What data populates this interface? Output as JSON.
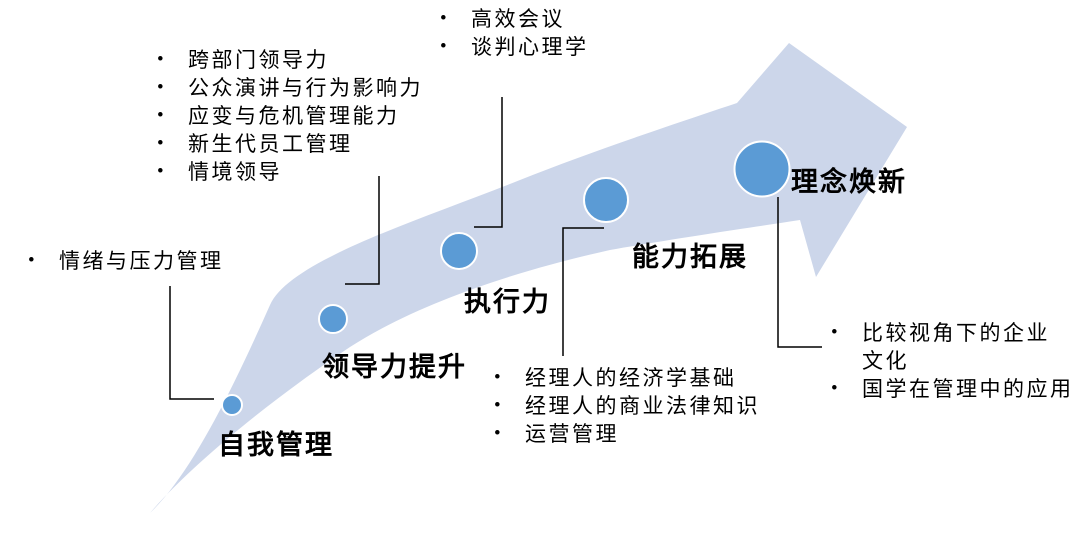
{
  "diagram": {
    "type": "growth-arrow-roadmap",
    "stages": [
      {
        "id": "self-management",
        "label": "自我管理",
        "topics": [
          "情绪与压力管理"
        ]
      },
      {
        "id": "leadership-improvement",
        "label": "领导力提升",
        "topics": [
          "跨部门领导力",
          "公众演讲与行为影响力",
          "应变与危机管理能力",
          "新生代员工管理",
          "情境领导"
        ]
      },
      {
        "id": "execution",
        "label": "执行力",
        "topics": [
          "高效会议",
          "谈判心理学"
        ]
      },
      {
        "id": "capability-expansion",
        "label": "能力拓展",
        "topics": [
          "经理人的经济学基础",
          "经理人的商业法律知识",
          "运营管理"
        ]
      },
      {
        "id": "mindset-renewal",
        "label": "理念焕新",
        "topics": [
          "比较视角下的企业文化",
          "国学在管理中的应用"
        ]
      }
    ]
  },
  "glyphs": {
    "bullet": "•"
  },
  "colors": {
    "arrow_fill": "#ccd6ea",
    "circle_fill": "#5b9bd5",
    "circle_stroke": "#ffffff",
    "connector_line": "#000000",
    "text": "#000000"
  }
}
